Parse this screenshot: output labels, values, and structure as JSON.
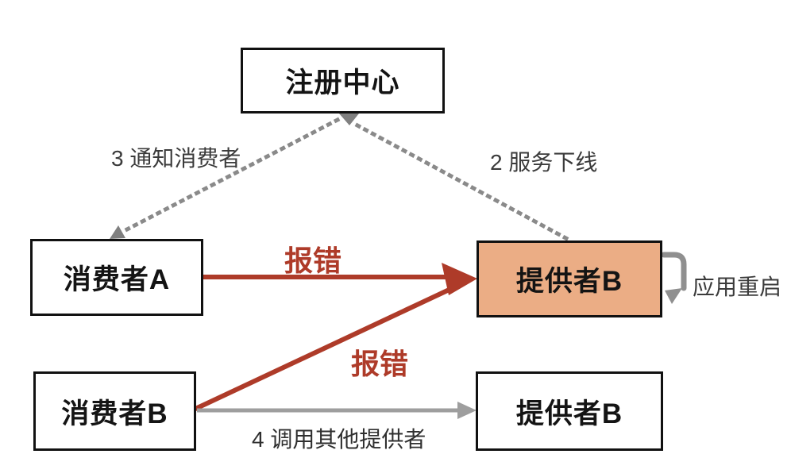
{
  "diagram": {
    "nodes": {
      "registry": {
        "label": "注册中心"
      },
      "consumer_a": {
        "label": "消费者A"
      },
      "provider_b_active": {
        "label": "提供者B",
        "fill": "#EBAD85"
      },
      "consumer_b": {
        "label": "消费者B"
      },
      "provider_b_standby": {
        "label": "提供者B"
      }
    },
    "edges": {
      "service_offline": {
        "label": "2 服务下线",
        "from": "provider_b_active",
        "to": "registry",
        "style": "dotted-gray"
      },
      "notify_consumers": {
        "label": "3 通知消费者",
        "from": "registry",
        "to": "consumer_a",
        "style": "dotted-gray"
      },
      "error_from_consumer_a": {
        "label": "报错",
        "from": "consumer_a",
        "to": "provider_b_active",
        "style": "solid-red"
      },
      "error_from_consumer_b": {
        "label": "报错",
        "from": "consumer_b",
        "to": "provider_b_active",
        "style": "solid-red"
      },
      "call_other_provider": {
        "label": "4 调用其他提供者",
        "from": "consumer_b",
        "to": "provider_b_standby",
        "style": "solid-gray"
      },
      "app_restart": {
        "label": "应用重启",
        "from": "provider_b_active",
        "to": "provider_b_active",
        "style": "loop-gray"
      }
    },
    "colors": {
      "error_red": "#AE3B29",
      "provider_fill": "#EBAD85",
      "gray_arrow": "#9E9E9E",
      "dotted_gray": "#8A8A8A",
      "label_text": "#3B3B3B",
      "box_border": "#111111"
    }
  }
}
